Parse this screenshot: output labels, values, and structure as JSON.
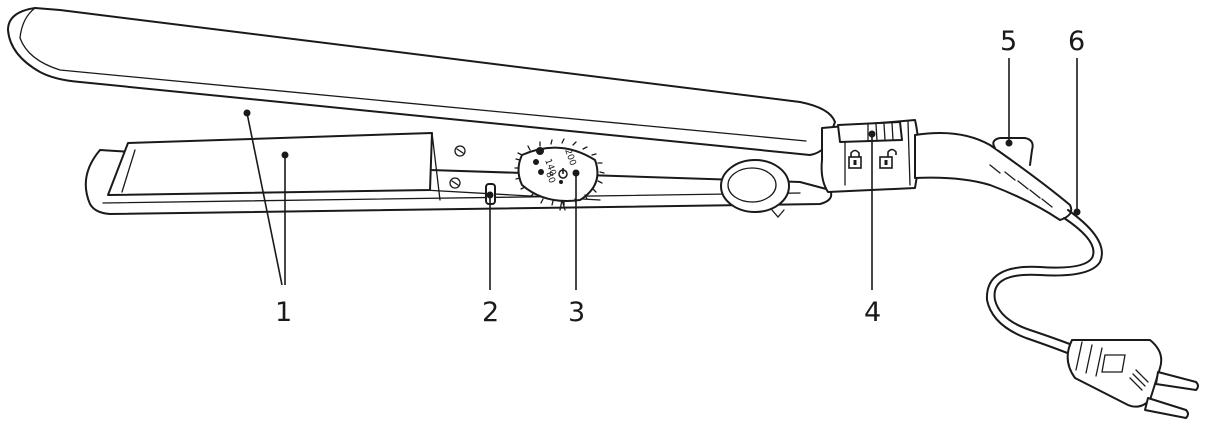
{
  "callouts": [
    {
      "id": "1",
      "label": "1"
    },
    {
      "id": "2",
      "label": "2"
    },
    {
      "id": "3",
      "label": "3"
    },
    {
      "id": "4",
      "label": "4"
    },
    {
      "id": "5",
      "label": "5"
    },
    {
      "id": "6",
      "label": "6"
    }
  ],
  "dial": {
    "marks": [
      "140",
      "200",
      "80"
    ]
  },
  "icons": [
    "lock-closed-icon",
    "lock-open-icon",
    "power-icon",
    "plate-symbol-icon"
  ]
}
